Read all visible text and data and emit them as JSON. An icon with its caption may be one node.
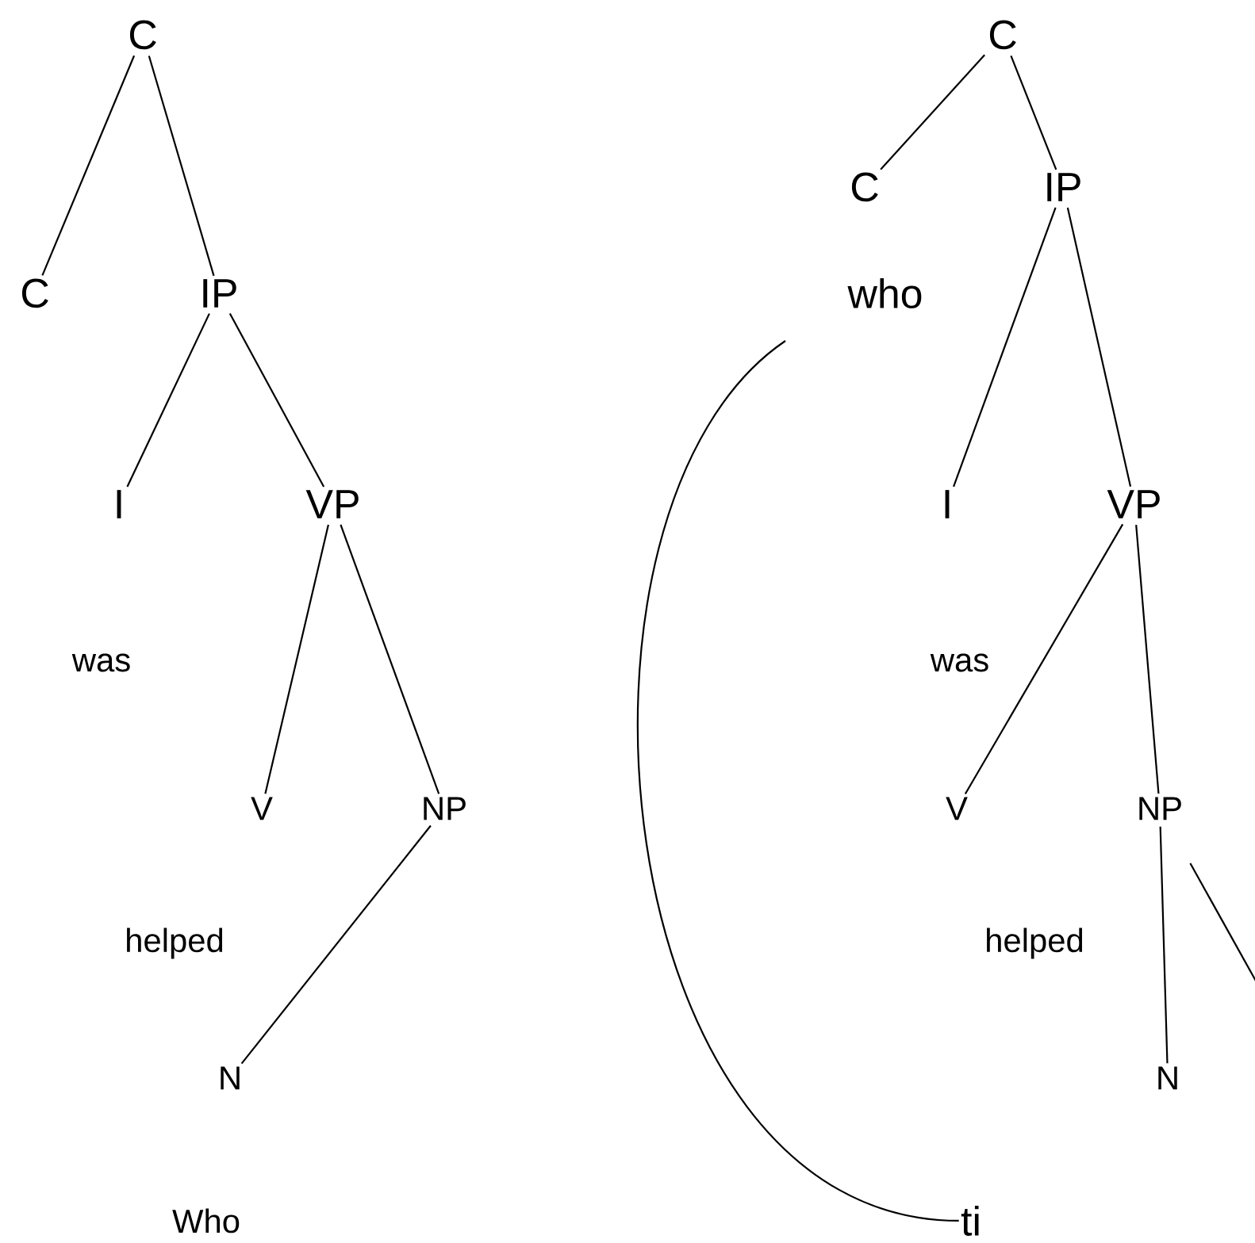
{
  "diagram": {
    "nodes": [
      {
        "text": [
          "C"
        ]
      },
      {
        "text": [
          "C"
        ]
      },
      {
        "text": [
          "IP"
        ]
      },
      {
        "text": [
          "I"
        ]
      },
      {
        "text": [
          "VP"
        ]
      },
      {
        "text": [
          "was"
        ]
      },
      {
        "text": [
          "V"
        ]
      },
      {
        "text": [
          "NP"
        ]
      },
      {
        "text": [
          "helped"
        ]
      },
      {
        "text": [
          "N"
        ]
      },
      {
        "text": [
          "Who"
        ]
      },
      {
        "text": [
          "C"
        ]
      },
      {
        "text": [
          "C"
        ]
      },
      {
        "text": [
          "IP"
        ]
      },
      {
        "text": [
          "who"
        ]
      },
      {
        "text": [
          "I"
        ]
      },
      {
        "text": [
          "VP"
        ]
      },
      {
        "text": [
          "was"
        ]
      },
      {
        "text": [
          "V"
        ]
      },
      {
        "text": [
          "NP"
        ]
      },
      {
        "text": [
          "helped"
        ]
      },
      {
        "text": [
          "N"
        ]
      },
      {
        "text": [
          "ti"
        ]
      }
    ],
    "edges": [
      {
        "from": 0,
        "to": 1,
        "arrow": "none"
      },
      {
        "from": 0,
        "to": 2,
        "arrow": "none"
      },
      {
        "from": 2,
        "to": 3,
        "arrow": "none"
      },
      {
        "from": 2,
        "to": 4,
        "arrow": "none"
      },
      {
        "from": 4,
        "to": 6,
        "arrow": "none"
      },
      {
        "from": 4,
        "to": 7,
        "arrow": "none"
      },
      {
        "from": 7,
        "to": 9,
        "arrow": "none"
      },
      {
        "from": 11,
        "to": 12,
        "arrow": "none"
      },
      {
        "from": 11,
        "to": 13,
        "arrow": "none"
      },
      {
        "from": 13,
        "to": 15,
        "arrow": "none"
      },
      {
        "from": 13,
        "to": 16,
        "arrow": "none"
      },
      {
        "from": 16,
        "to": 18,
        "arrow": "none"
      },
      {
        "from": 16,
        "to": 19,
        "arrow": "none"
      },
      {
        "from": 19,
        "to": 21,
        "arrow": "none"
      },
      {
        "from": 19,
        "to": null,
        "arrow": "none"
      },
      {
        "from": 14,
        "to": 22,
        "arrow": "none"
      }
    ]
  }
}
